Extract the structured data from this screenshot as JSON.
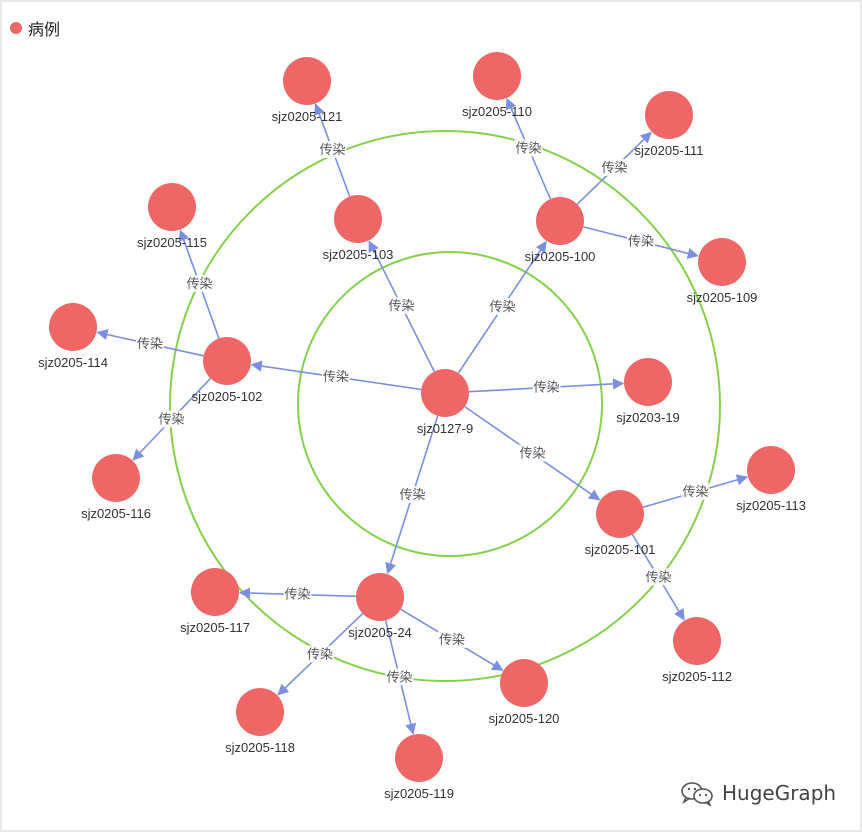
{
  "legend": {
    "label": "病例",
    "color": "#ee6666"
  },
  "watermark": {
    "text": "HugeGraph"
  },
  "colors": {
    "node": "#ee6666",
    "edge": "#7b8fe0",
    "ring": "#86d14b"
  },
  "edge_label": "传染",
  "nodes": [
    {
      "id": "sjz0127-9",
      "label": "sjz0127-9"
    },
    {
      "id": "sjz0203-19",
      "label": "sjz0203-19"
    },
    {
      "id": "sjz0205-100",
      "label": "sjz0205-100"
    },
    {
      "id": "sjz0205-101",
      "label": "sjz0205-101"
    },
    {
      "id": "sjz0205-102",
      "label": "sjz0205-102"
    },
    {
      "id": "sjz0205-103",
      "label": "sjz0205-103"
    },
    {
      "id": "sjz0205-24",
      "label": "sjz0205-24"
    },
    {
      "id": "sjz0205-109",
      "label": "sjz0205-109"
    },
    {
      "id": "sjz0205-110",
      "label": "sjz0205-110"
    },
    {
      "id": "sjz0205-111",
      "label": "sjz0205-111"
    },
    {
      "id": "sjz0205-112",
      "label": "sjz0205-112"
    },
    {
      "id": "sjz0205-113",
      "label": "sjz0205-113"
    },
    {
      "id": "sjz0205-114",
      "label": "sjz0205-114"
    },
    {
      "id": "sjz0205-115",
      "label": "sjz0205-115"
    },
    {
      "id": "sjz0205-116",
      "label": "sjz0205-116"
    },
    {
      "id": "sjz0205-117",
      "label": "sjz0205-117"
    },
    {
      "id": "sjz0205-118",
      "label": "sjz0205-118"
    },
    {
      "id": "sjz0205-119",
      "label": "sjz0205-119"
    },
    {
      "id": "sjz0205-120",
      "label": "sjz0205-120"
    },
    {
      "id": "sjz0205-121",
      "label": "sjz0205-121"
    }
  ],
  "edges": [
    {
      "source": "sjz0127-9",
      "target": "sjz0205-103",
      "label": "传染"
    },
    {
      "source": "sjz0127-9",
      "target": "sjz0205-100",
      "label": "传染"
    },
    {
      "source": "sjz0127-9",
      "target": "sjz0203-19",
      "label": "传染"
    },
    {
      "source": "sjz0127-9",
      "target": "sjz0205-101",
      "label": "传染"
    },
    {
      "source": "sjz0127-9",
      "target": "sjz0205-24",
      "label": "传染"
    },
    {
      "source": "sjz0127-9",
      "target": "sjz0205-102",
      "label": "传染"
    },
    {
      "source": "sjz0205-103",
      "target": "sjz0205-121",
      "label": "传染"
    },
    {
      "source": "sjz0205-100",
      "target": "sjz0205-110",
      "label": "传染"
    },
    {
      "source": "sjz0205-100",
      "target": "sjz0205-111",
      "label": "传染"
    },
    {
      "source": "sjz0205-100",
      "target": "sjz0205-109",
      "label": "传染"
    },
    {
      "source": "sjz0205-101",
      "target": "sjz0205-113",
      "label": "传染"
    },
    {
      "source": "sjz0205-101",
      "target": "sjz0205-112",
      "label": "传染"
    },
    {
      "source": "sjz0205-24",
      "target": "sjz0205-117",
      "label": "传染"
    },
    {
      "source": "sjz0205-24",
      "target": "sjz0205-118",
      "label": "传染"
    },
    {
      "source": "sjz0205-24",
      "target": "sjz0205-119",
      "label": "传染"
    },
    {
      "source": "sjz0205-24",
      "target": "sjz0205-120",
      "label": "传染"
    },
    {
      "source": "sjz0205-102",
      "target": "sjz0205-115",
      "label": "传染"
    },
    {
      "source": "sjz0205-102",
      "target": "sjz0205-114",
      "label": "传染"
    },
    {
      "source": "sjz0205-102",
      "target": "sjz0205-116",
      "label": "传染"
    }
  ]
}
